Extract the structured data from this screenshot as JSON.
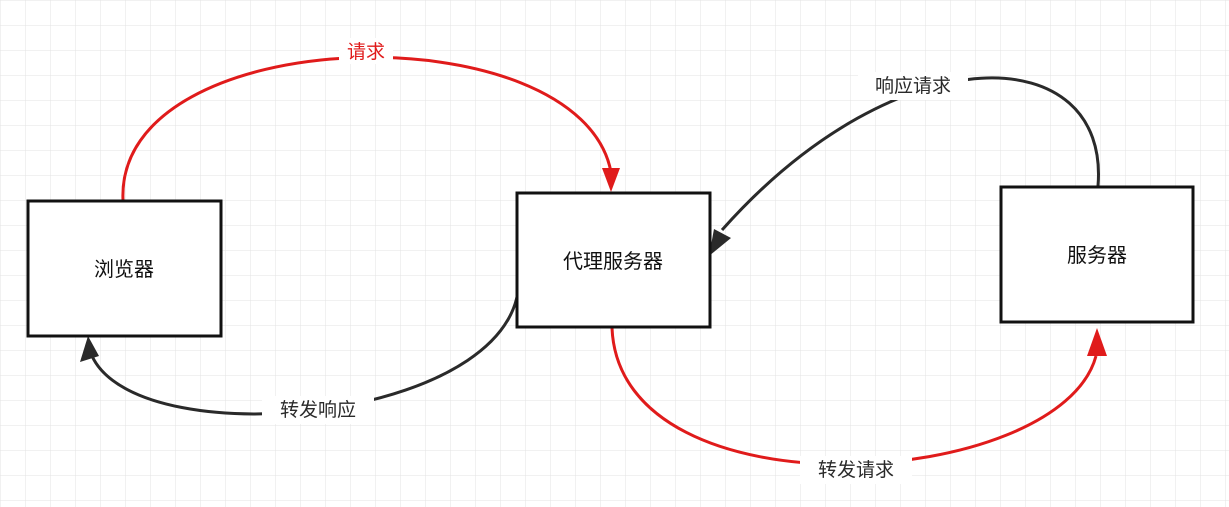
{
  "diagram": {
    "nodes": {
      "browser": {
        "label": "浏览器"
      },
      "proxy": {
        "label": "代理服务器"
      },
      "server": {
        "label": "服务器"
      }
    },
    "edges": {
      "request": {
        "label": "请求",
        "color": "#e01b1b"
      },
      "forward_request": {
        "label": "转发请求",
        "color": "#e01b1b"
      },
      "response_request": {
        "label": "响应请求",
        "color": "#2a2a2a"
      },
      "forward_response": {
        "label": "转发响应",
        "color": "#2a2a2a"
      }
    },
    "colors": {
      "grid": "#e3e3e3",
      "box_border": "#111111",
      "box_fill": "#ffffff"
    }
  }
}
